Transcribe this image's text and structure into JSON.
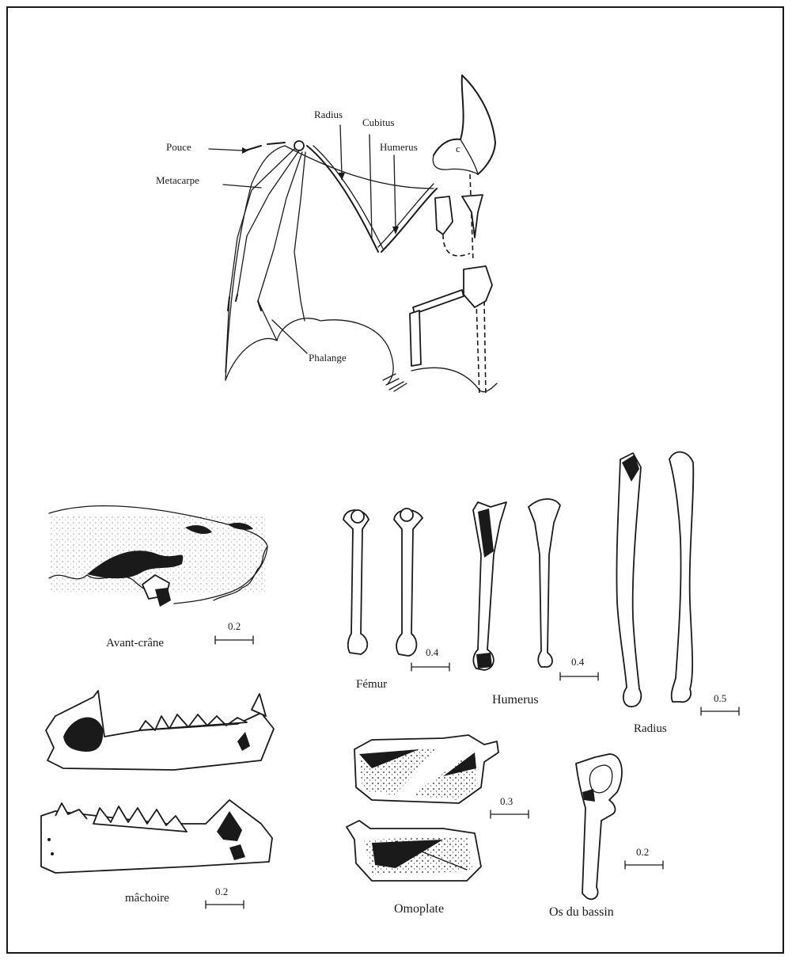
{
  "colors": {
    "ink": "#1a1a1a",
    "paper": "#ffffff",
    "border": "#1a1a1a"
  },
  "skeleton": {
    "labels": {
      "pouce": "Pouce",
      "metacarpe": "Metacarpe",
      "radius": "Radius",
      "cubitus": "Cubitus",
      "humerus": "Humerus",
      "phalange": "Phalange"
    }
  },
  "bones": {
    "avant_crane": {
      "label": "Avant-crâne",
      "scale": "0.2"
    },
    "machoire": {
      "label": "mâchoire",
      "scale": "0.2"
    },
    "femur": {
      "label": "Fémur",
      "scale": "0.4"
    },
    "humerus": {
      "label": "Humerus",
      "scale": "0.4"
    },
    "radius": {
      "label": "Radius",
      "scale": "0.5"
    },
    "omoplate": {
      "label": "Omoplate",
      "scale": "0.3"
    },
    "os_du_bassin": {
      "label": "Os du bassin",
      "scale": "0.2"
    }
  }
}
